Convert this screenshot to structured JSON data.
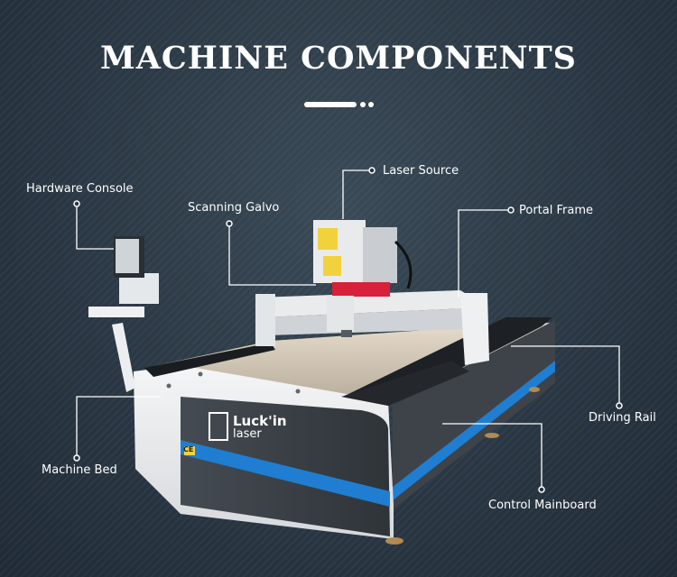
{
  "header": {
    "title": "MACHINE COMPONENTS"
  },
  "labels": {
    "hardware_console": "Hardware Console",
    "scanning_galvo": "Scanning Galvo",
    "laser_source": "Laser Source",
    "portal_frame": "Portal Frame",
    "driving_rail": "Driving Rail",
    "machine_bed": "Machine Bed",
    "control_mainboard": "Control Mainboard"
  },
  "brand": {
    "line1": "Luck'in",
    "line2": "laser",
    "cert_mark": "CE"
  },
  "colors": {
    "background": "#2a3744",
    "accent_blue": "#1f7ed1",
    "machine_white": "#eceff1",
    "panel_dark": "#3a3f45",
    "galvo_red": "#d8203a"
  }
}
